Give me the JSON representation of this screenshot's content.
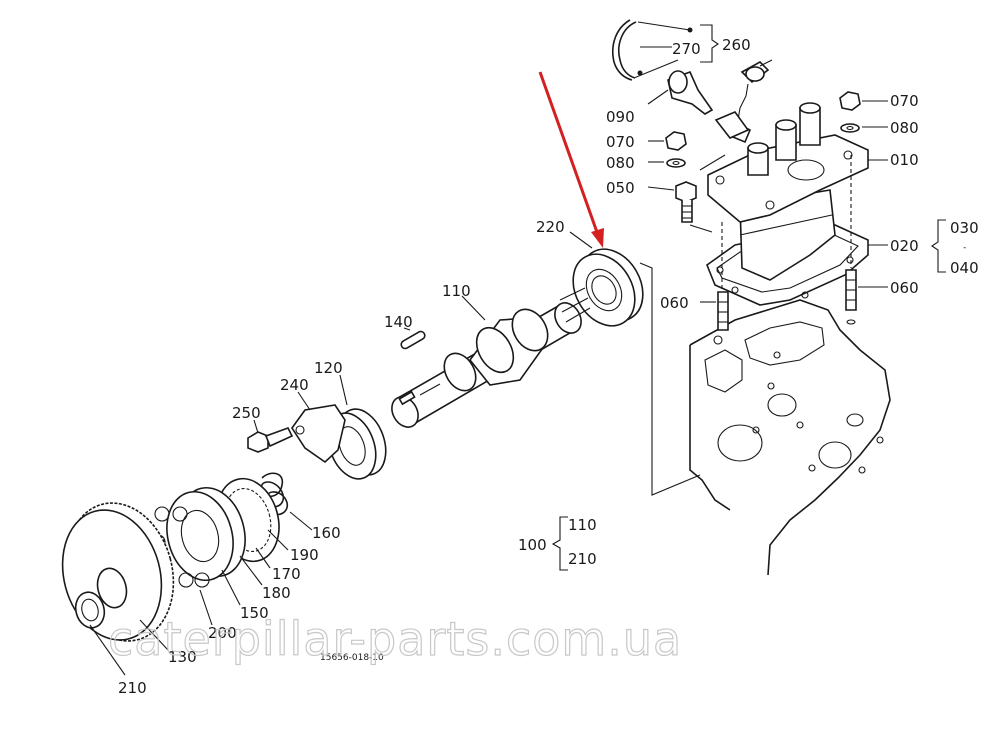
{
  "labels": {
    "l260": "260",
    "l270": "270",
    "l090": "090",
    "l070a": "070",
    "l080a": "080",
    "l050": "050",
    "l070b": "070",
    "l080b": "080",
    "l010": "010",
    "l020": "020",
    "l030": "030",
    "l040": "040",
    "l060a": "060",
    "l060b": "060",
    "l220": "220",
    "l110": "110",
    "l140": "140",
    "l120": "120",
    "l240": "240",
    "l250": "250",
    "l160": "160",
    "l190": "190",
    "l170": "170",
    "l180": "180",
    "l150": "150",
    "l200": "200",
    "l130": "130",
    "l210": "210",
    "l100": "100",
    "l100_110": "110",
    "l100_210": "210"
  },
  "drawing_number": "15656-018-10",
  "watermark": "caterpillar-parts.com.ua",
  "colors": {
    "arrow": "#d42020",
    "line": "#1a1a1a",
    "watermark": "#c8c8c8"
  }
}
